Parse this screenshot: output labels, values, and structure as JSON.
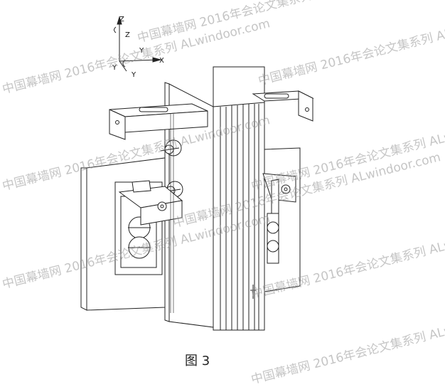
{
  "figure": {
    "caption": "图 3"
  },
  "axes": {
    "z": "Z",
    "x": "X",
    "y": "Y"
  },
  "watermark": {
    "text": "中国幕墙网 2016年会论文集系列 ALwindoor.com"
  },
  "colors": {
    "line": "#222222",
    "background": "#ffffff",
    "watermark": "#969696"
  }
}
